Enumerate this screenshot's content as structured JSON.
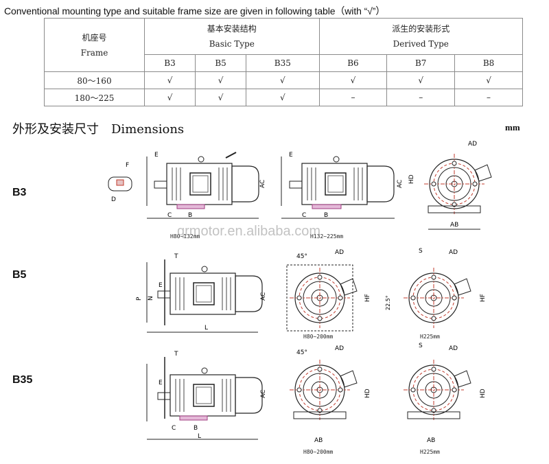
{
  "intro": "Conventional mounting type and suitable frame size are given in following table（with “√”）",
  "table": {
    "frame_zh": "机座号",
    "frame_en": "Frame",
    "basic_zh": "基本安装结构",
    "basic_en": "Basic Type",
    "derived_zh": "派生的安装形式",
    "derived_en": "Derived Type",
    "cols": [
      "B3",
      "B5",
      "B35",
      "B6",
      "B7",
      "B8"
    ],
    "rows": [
      {
        "frame": "80～160",
        "cells": [
          "√",
          "√",
          "√",
          "√",
          "√",
          "√"
        ]
      },
      {
        "frame": "180～225",
        "cells": [
          "√",
          "√",
          "√",
          "–",
          "–",
          "–"
        ]
      }
    ]
  },
  "heading": {
    "zh": "外形及安装尺寸",
    "en": "Dimensions",
    "unit": "mm"
  },
  "rows": [
    "B3",
    "B5",
    "B35"
  ],
  "captions": {
    "b3_left": "H80~132mm",
    "b3_mid": "H132~225mm",
    "b5_mid": "H80~200mm",
    "b5_right": "H225mm",
    "b35_mid": "H80~200mm",
    "b35_right": "H225mm"
  },
  "watermark": "qrmotor.en.alibaba.com"
}
